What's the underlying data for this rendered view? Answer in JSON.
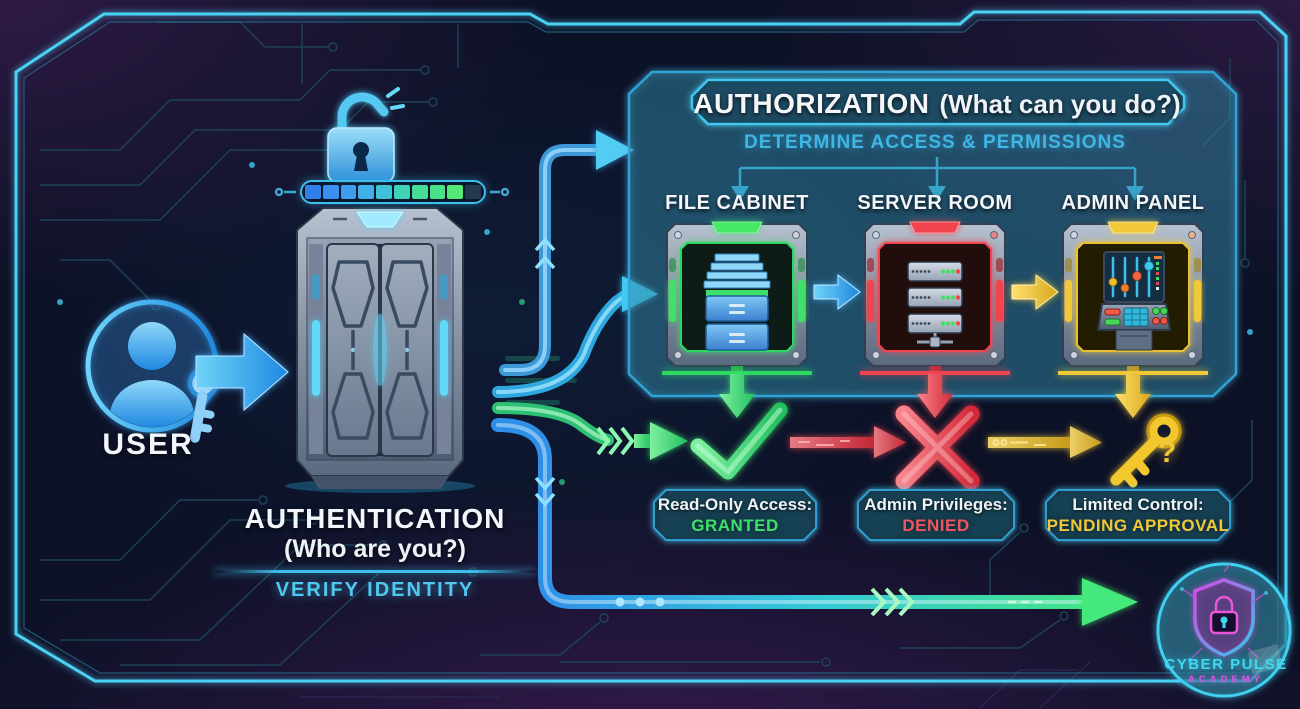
{
  "user": {
    "label": "USER"
  },
  "authentication": {
    "title": "AUTHENTICATION",
    "question": "(Who are you?)",
    "caption": "VERIFY IDENTITY"
  },
  "authorization": {
    "title": "AUTHORIZATION",
    "question": "(What can you do?)",
    "subtitle": "DETERMINE ACCESS & PERMISSIONS",
    "resources": [
      {
        "label": "FILE CABINET",
        "icon": "file-cabinet-icon",
        "theme": "#3fe06a"
      },
      {
        "label": "SERVER ROOM",
        "icon": "server-rack-icon",
        "theme": "#f04450"
      },
      {
        "label": "ADMIN PANEL",
        "icon": "control-console-icon",
        "theme": "#f0c838"
      }
    ]
  },
  "auth_progress": {
    "filled": 9,
    "total": 10,
    "segment_colors": [
      "#2f7fe8",
      "#3b8ff0",
      "#3f9df0",
      "#3fb0e8",
      "#3fc2d8",
      "#3fd2b8",
      "#45dc9a",
      "#4ae288",
      "#55e878"
    ],
    "empty_color": "#24384e"
  },
  "outcomes": [
    {
      "label": "Read-Only Access:",
      "status": "GRANTED",
      "icon": "checkmark-icon",
      "color": "#3fe06a"
    },
    {
      "label": "Admin Privileges:",
      "status": "DENIED",
      "icon": "x-mark-icon",
      "color": "#f0545e"
    },
    {
      "label": "Limited Control:",
      "status": "PENDING APPROVAL",
      "icon": "key-question-icon",
      "color": "#f0c838",
      "question_mark": "?"
    }
  ],
  "logo": {
    "line1": "CYBER PULSE",
    "line2": "ACADEMY"
  },
  "colors": {
    "background": "#0c1126",
    "frame": "#4ad2f4",
    "cyan": "#3fc0ec",
    "blue": "#2f8fe8",
    "green": "#3fe06a",
    "red": "#f04450",
    "yellow": "#f0c838",
    "magenta": "#d05ae0",
    "white": "#f2f5f9"
  }
}
